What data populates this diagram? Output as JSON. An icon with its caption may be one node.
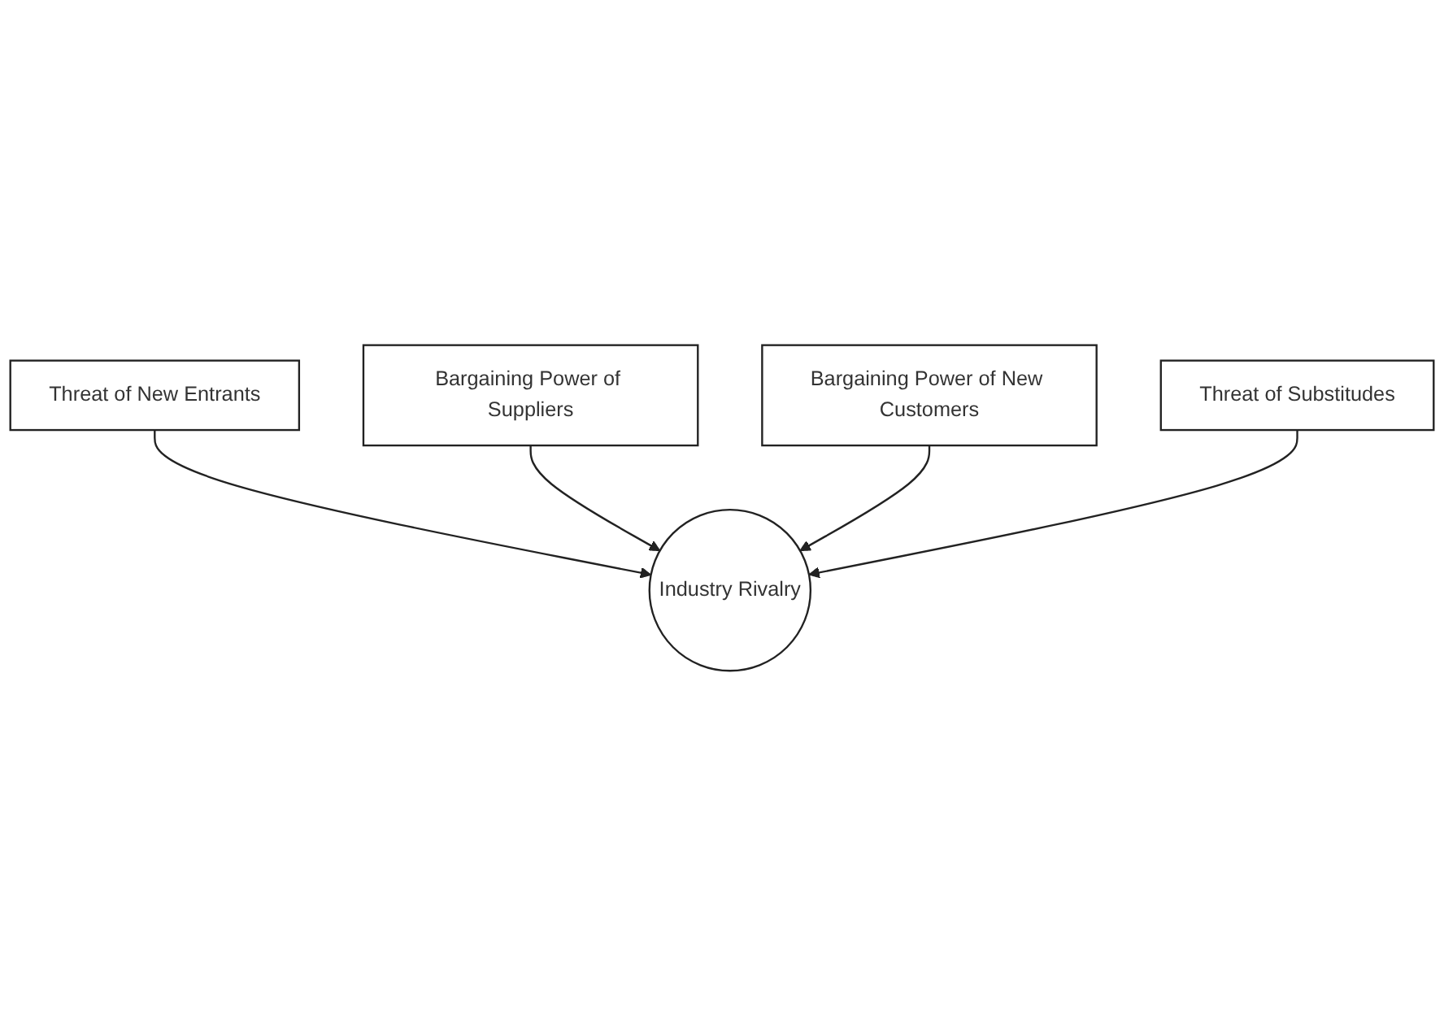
{
  "diagram": {
    "nodes": [
      {
        "text": [
          "Threat of New Entrants"
        ]
      },
      {
        "text": [
          "Bargaining Power of Suppliers"
        ]
      },
      {
        "text": [
          "Industry Rivalry"
        ]
      },
      {
        "text": [
          "Bargaining Power of New Customers"
        ]
      },
      {
        "text": [
          "Threat of Substitudes"
        ]
      }
    ],
    "edges": [
      {
        "from": 0,
        "to": 2,
        "arrow": "to"
      },
      {
        "from": 1,
        "to": 2,
        "arrow": "to"
      },
      {
        "from": 3,
        "to": 2,
        "arrow": "to"
      },
      {
        "from": 4,
        "to": 2,
        "arrow": "to"
      }
    ]
  }
}
